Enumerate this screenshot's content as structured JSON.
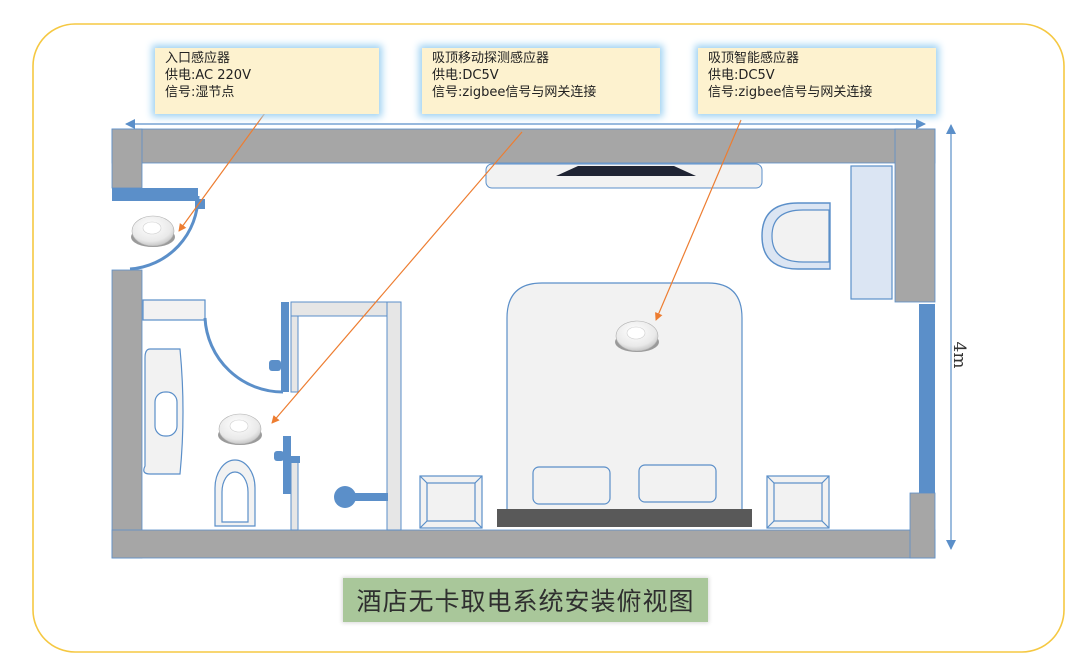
{
  "callouts": [
    {
      "title": "入口感应器",
      "power": "供电:AC 220V",
      "signal": "信号:湿节点"
    },
    {
      "title": "吸顶移动探测感应器",
      "power": "供电:DC5V",
      "signal": "信号:zigbee信号与网关连接"
    },
    {
      "title": "吸顶智能感应器",
      "power": "供电:DC5V",
      "signal": "信号:zigbee信号与网关连接"
    }
  ],
  "dimension_label": "4m",
  "caption": "酒店无卡取电系统安装俯视图",
  "colors": {
    "wall": "#a6a6a6",
    "fixture_blue": "#5b8fc9",
    "fixture_fill": "#f2f2f2",
    "callout_fill": "#fdf2cf",
    "callout_glow": "#9fd2f2",
    "pointer_arrow": "#ed7d31",
    "frame_border": "#f5c842",
    "caption_fill": "#a9c79a"
  }
}
